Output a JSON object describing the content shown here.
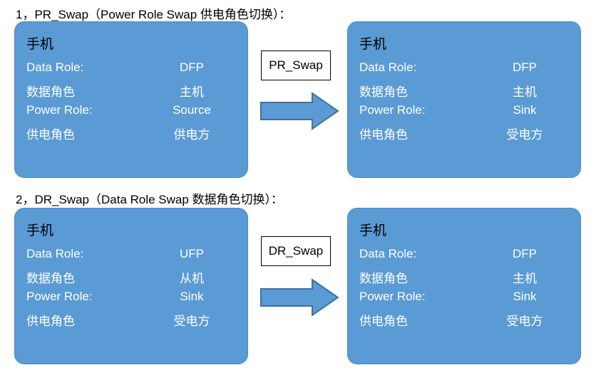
{
  "document": {
    "title": "USB Type-C PR_Swap / DR_Swap diagram"
  },
  "colors": {
    "card_fill": "#5B9BD5",
    "card_border": "#4A89C4",
    "arrow_fill": "#5B9BD5",
    "arrow_border": "#41719C",
    "label_text": "#FFFFFF",
    "title_text": "#000000",
    "heading_text": "#000000",
    "swap_box_fill": "#FFFFFF",
    "swap_box_border": "#000000"
  },
  "sections": [
    {
      "heading": "1，PR_Swap（Power Role Swap 供电角色切换）：",
      "swap_label": "PR_Swap",
      "before": {
        "title": "手机",
        "rows": [
          {
            "label": "Data Role:",
            "value": "DFP"
          },
          {
            "label": "数据角色",
            "value": "主机"
          },
          {
            "label": "Power Role:",
            "value": "Source"
          },
          {
            "label": "供电角色",
            "value": "供电方"
          }
        ]
      },
      "after": {
        "title": "手机",
        "rows": [
          {
            "label": "Data Role:",
            "value": "DFP"
          },
          {
            "label": "数据角色",
            "value": "主机"
          },
          {
            "label": "Power Role:",
            "value": "Sink"
          },
          {
            "label": "供电角色",
            "value": "受电方"
          }
        ]
      }
    },
    {
      "heading": "2，DR_Swap（Data Role Swap 数据角色切换）：",
      "swap_label": "DR_Swap",
      "before": {
        "title": "手机",
        "rows": [
          {
            "label": "Data Role:",
            "value": "UFP"
          },
          {
            "label": "数据角色",
            "value": "从机"
          },
          {
            "label": "Power Role:",
            "value": "Sink"
          },
          {
            "label": "供电角色",
            "value": "受电方"
          }
        ]
      },
      "after": {
        "title": "手机",
        "rows": [
          {
            "label": "Data Role:",
            "value": "DFP"
          },
          {
            "label": "数据角色",
            "value": "主机"
          },
          {
            "label": "Power Role:",
            "value": "Sink"
          },
          {
            "label": "供电角色",
            "value": "受电方"
          }
        ]
      }
    }
  ]
}
